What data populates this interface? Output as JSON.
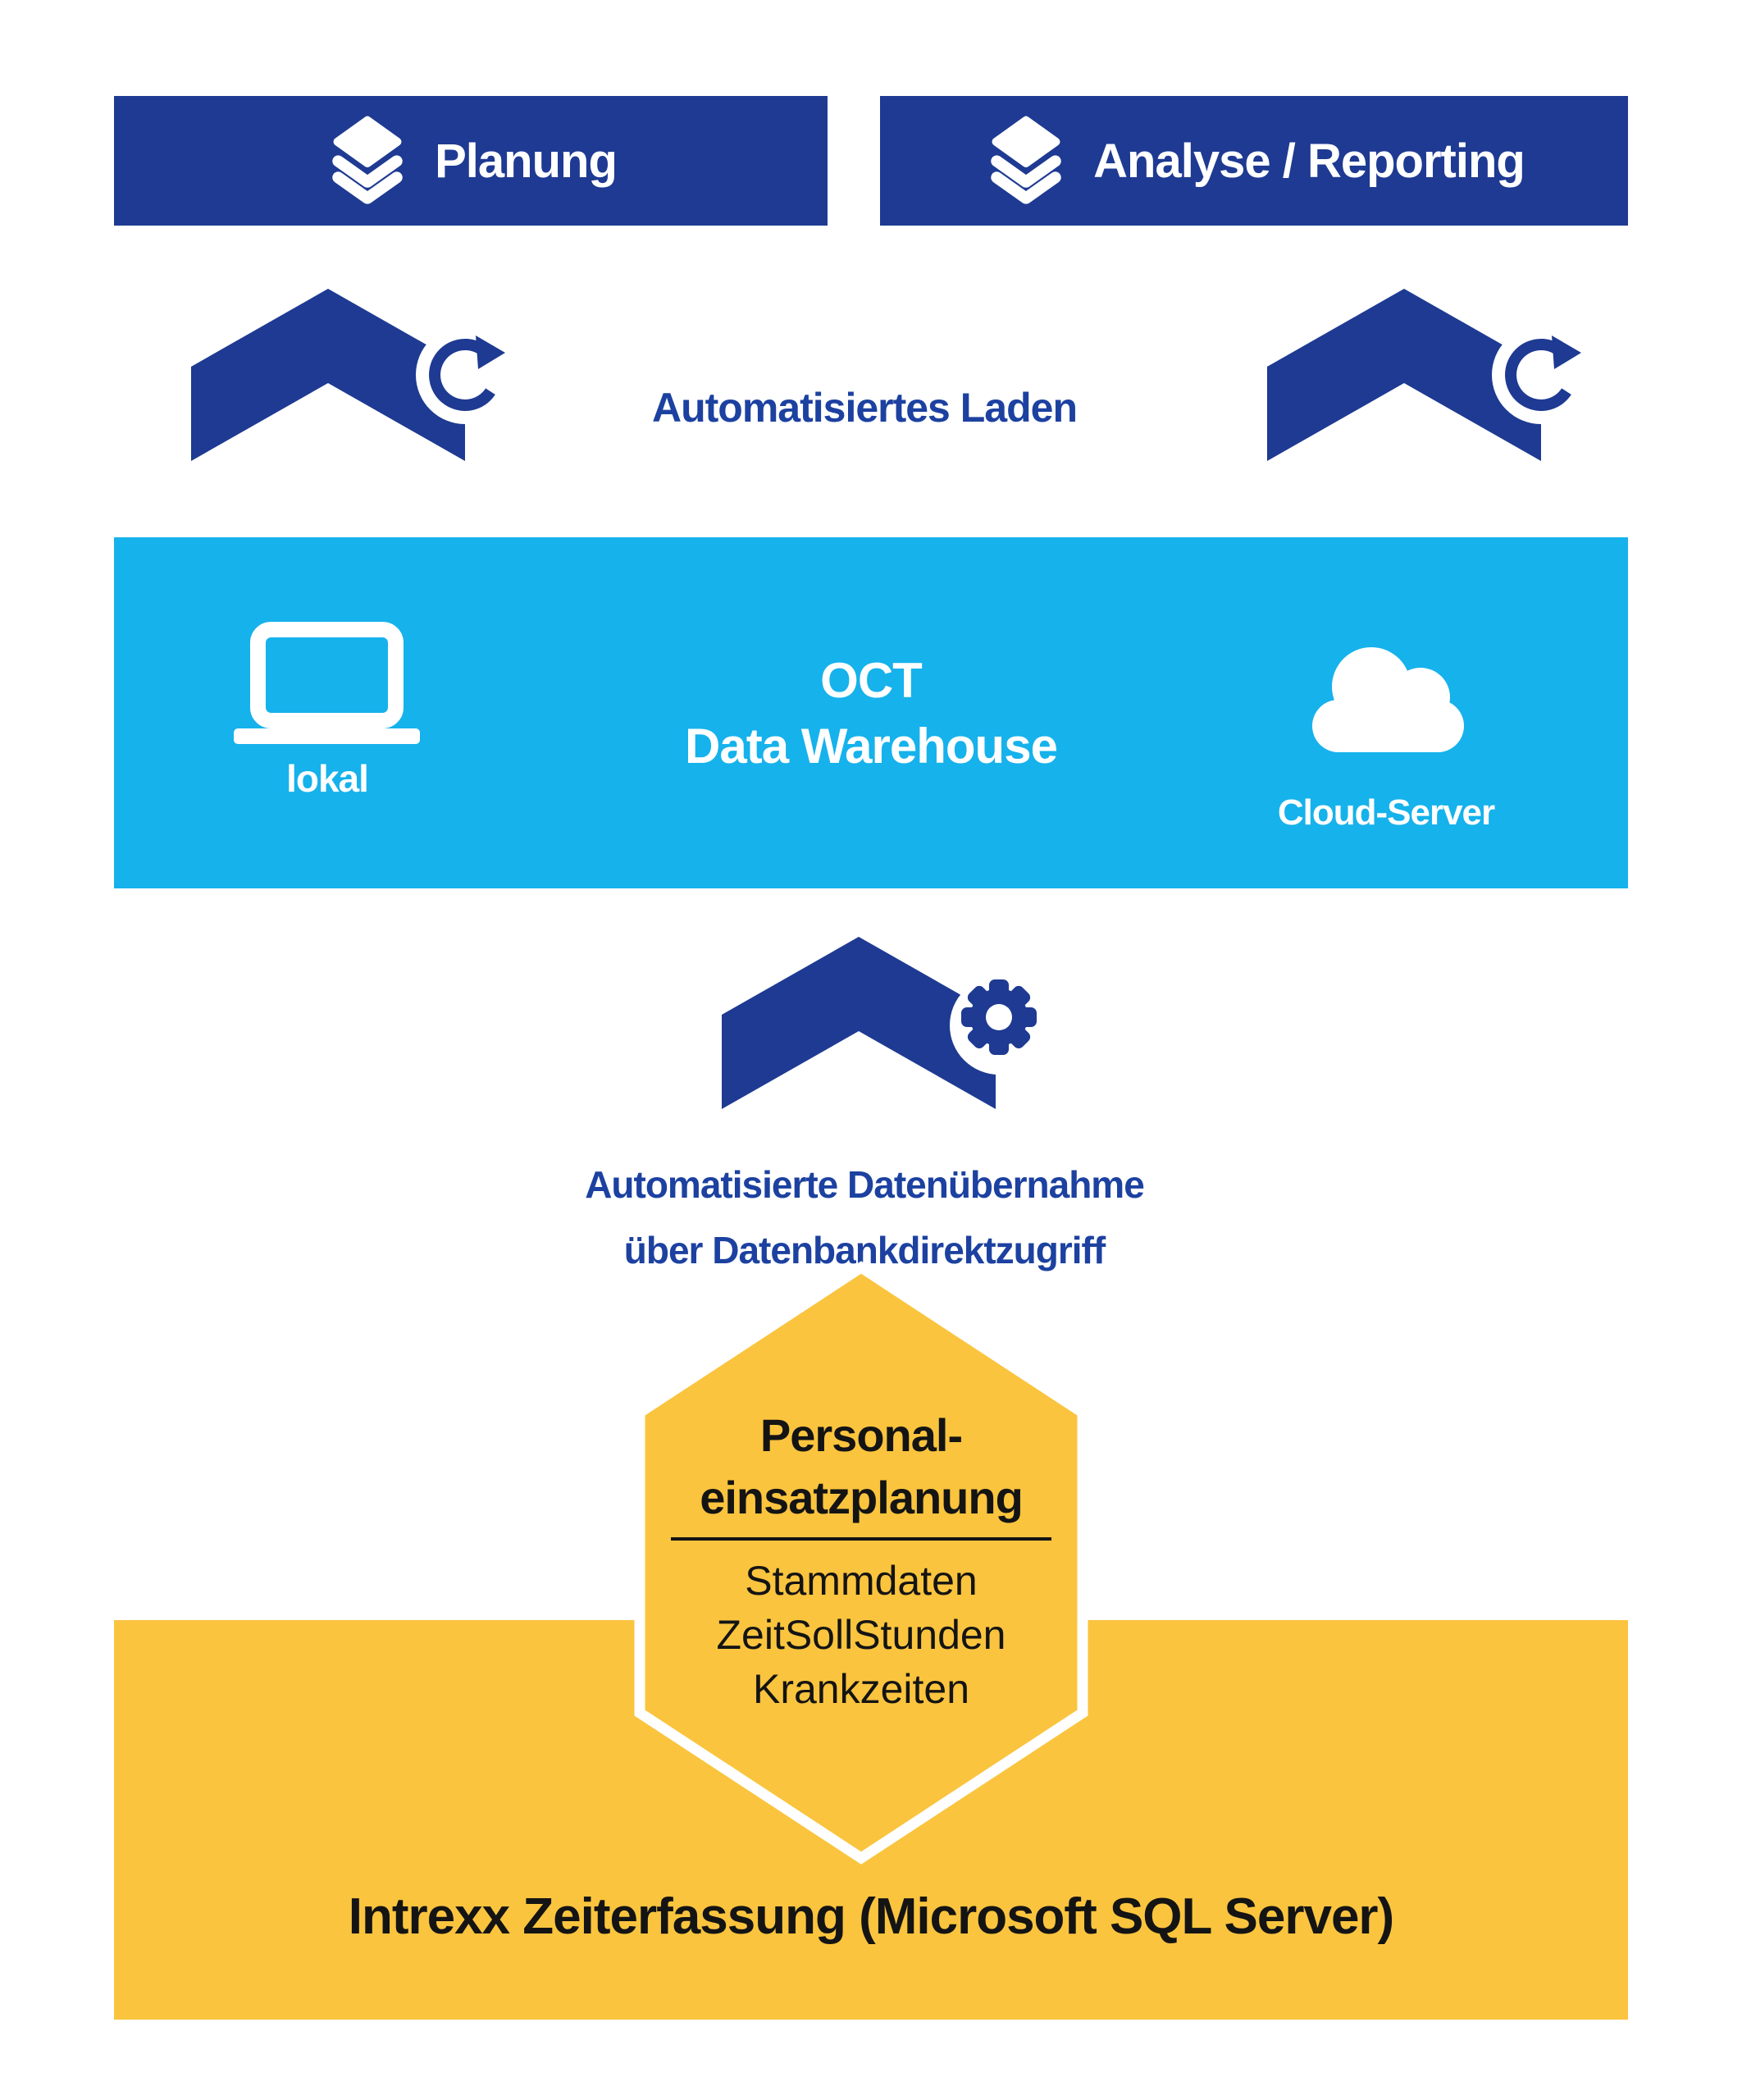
{
  "colors": {
    "dark_blue": "#1e3a92",
    "text_blue": "#1c41a0",
    "cyan": "#16b2ec",
    "yellow": "#fac43e",
    "black": "#141414",
    "white": "#ffffff"
  },
  "top_row": {
    "planung": {
      "label": "Planung",
      "icon": "layers-icon"
    },
    "analyse": {
      "label": "Analyse / Reporting",
      "icon": "layers-icon"
    }
  },
  "load_row": {
    "label": "Automatisiertes Laden",
    "left_icon": "upload-chevron-sync-icon",
    "right_icon": "upload-chevron-sync-icon"
  },
  "warehouse": {
    "title_line1": "OCT",
    "title_line2": "Data Warehouse",
    "local_label": "lokal",
    "local_icon": "laptop-icon",
    "cloud_label": "Cloud-Server",
    "cloud_icon": "cloud-icon"
  },
  "transfer": {
    "icon": "upload-chevron-gear-icon",
    "line1": "Automatisierte Datenübernahme",
    "line2": "über Datenbankdirektzugriff"
  },
  "hexagon": {
    "title_line1": "Personal-",
    "title_line2": "einsatzplanung",
    "items": [
      "Stammdaten",
      "ZeitSollStunden",
      "Krankzeiten"
    ]
  },
  "source": {
    "label": "Intrexx Zeiterfassung (Microsoft SQL Server)"
  }
}
